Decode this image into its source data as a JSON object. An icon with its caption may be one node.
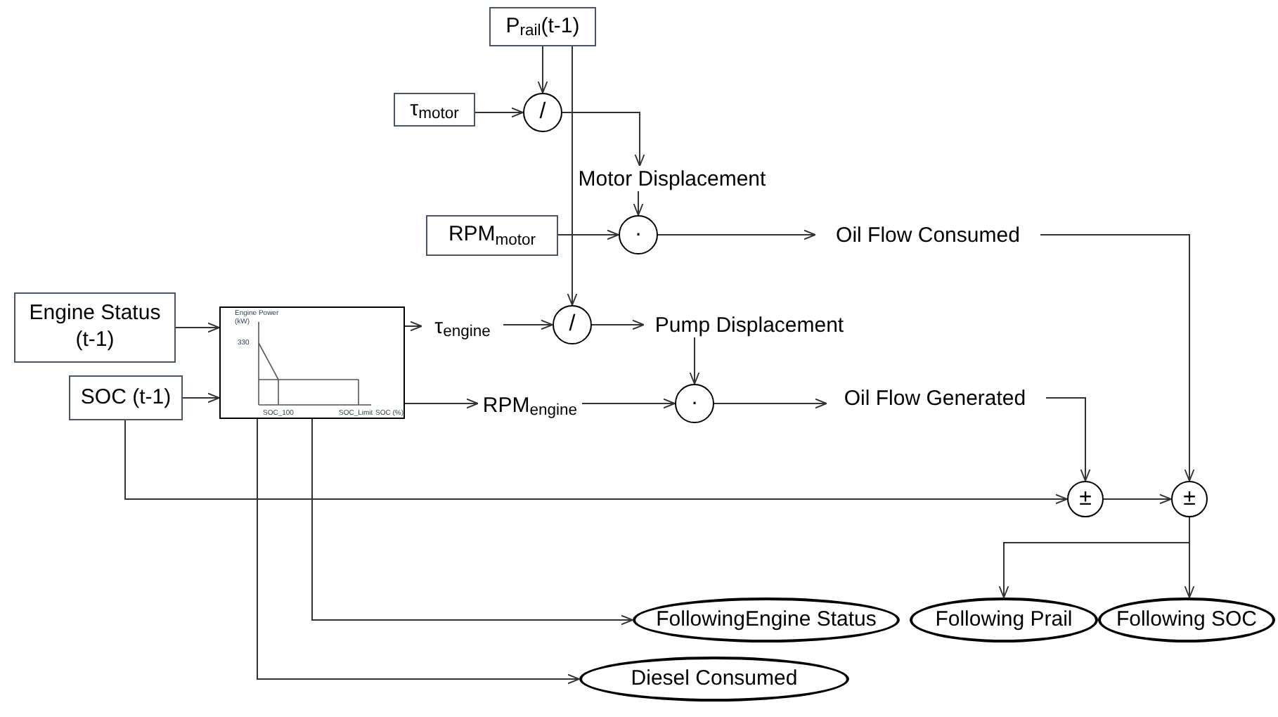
{
  "diagram": {
    "nodes": [
      {
        "text": [
          "P$_{rail}$(t-1)"
        ]
      },
      {
        "text": [
          "τ$_{motor}$"
        ]
      },
      {
        "text": [
          "/"
        ]
      },
      {
        "text": [
          "Motor Displacement"
        ]
      },
      {
        "text": [
          "RPM$_{motor}$"
        ]
      },
      {
        "text": [
          "·"
        ]
      },
      {
        "text": [
          "Oil Flow Consumed"
        ]
      },
      {
        "text": [
          "Engine Status (t-1)"
        ]
      },
      {
        "text": [
          "SOC (t-1)"
        ]
      },
      {
        "text": [
          "Engine Power (kW)",
          "330",
          "SOC_100",
          "SOC_Limit",
          "SOC (%)"
        ]
      },
      {
        "text": [
          "τ$_{engine}$"
        ]
      },
      {
        "text": [
          "/"
        ]
      },
      {
        "text": [
          "Pump Displacement"
        ]
      },
      {
        "text": [
          "RPM$_{engine}$"
        ]
      },
      {
        "text": [
          "·"
        ]
      },
      {
        "text": [
          "Oil Flow Generated"
        ]
      },
      {
        "text": [
          "±"
        ]
      },
      {
        "text": [
          "±"
        ]
      },
      {
        "text": [
          "FollowingEngine Status"
        ]
      },
      {
        "text": [
          "Following Prail"
        ]
      },
      {
        "text": [
          "Following SOC"
        ]
      },
      {
        "text": [
          "Diesel Consumed"
        ]
      }
    ],
    "edges": [
      {
        "from": 0,
        "to": 2,
        "arrow": "to"
      },
      {
        "from": 0,
        "to": 11,
        "arrow": "to"
      },
      {
        "from": 1,
        "to": 2,
        "arrow": "to"
      },
      {
        "from": 2,
        "to": 3,
        "arrow": "to"
      },
      {
        "from": 3,
        "to": 5,
        "arrow": "to"
      },
      {
        "from": 4,
        "to": 5,
        "arrow": "to"
      },
      {
        "from": 5,
        "to": 6,
        "arrow": "to"
      },
      {
        "from": 6,
        "to": 17,
        "arrow": "to"
      },
      {
        "from": 7,
        "to": 9,
        "arrow": "to"
      },
      {
        "from": 8,
        "to": 9,
        "arrow": "to"
      },
      {
        "from": 9,
        "to": 10,
        "arrow": "to"
      },
      {
        "from": 10,
        "to": 11,
        "arrow": "to"
      },
      {
        "from": 11,
        "to": 12,
        "arrow": "to"
      },
      {
        "from": 12,
        "to": 14,
        "arrow": "to"
      },
      {
        "from": 9,
        "to": 13,
        "arrow": "to"
      },
      {
        "from": 13,
        "to": 14,
        "arrow": "to"
      },
      {
        "from": 14,
        "to": 15,
        "arrow": "to"
      },
      {
        "from": 15,
        "to": 16,
        "arrow": "to"
      },
      {
        "from": 8,
        "to": 16,
        "arrow": "to"
      },
      {
        "from": 16,
        "to": 17,
        "arrow": "to"
      },
      {
        "from": 17,
        "to": 19,
        "arrow": "to"
      },
      {
        "from": 17,
        "to": 20,
        "arrow": "to"
      },
      {
        "from": 9,
        "to": 18,
        "arrow": "to"
      },
      {
        "from": 9,
        "to": 21,
        "arrow": "to"
      }
    ]
  }
}
